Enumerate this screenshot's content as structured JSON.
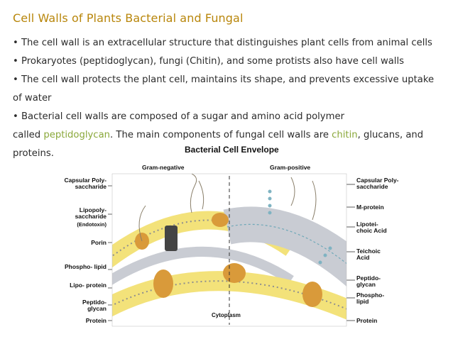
{
  "title": "Cell Walls of Plants Bacterial and Fungal",
  "bullets": {
    "b1": "• The cell wall is an extracellular structure that distinguishes plant cells from animal cells",
    "b2": "• Prokaryotes (peptidoglycan), fungi (Chitin), and some protists also have cell walls",
    "b3": "• The cell wall protects the plant cell, maintains its shape, and prevents excessive uptake of water",
    "b4": "• Bacterial cell walls are composed of a sugar and amino acid polymer",
    "b5_pre": "called ",
    "b5_hl1": "peptidoglycan",
    "b5_mid": ". The main components of fungal cell walls are ",
    "b5_hl2": "chitin",
    "b5_post": ", glucans, and proteins."
  },
  "figure": {
    "title": "Bacterial  Cell Envelope",
    "gram_negative": "Gram-negative",
    "gram_positive": "Gram-positive",
    "cytoplasm": "Cytoplasm",
    "left_labels": {
      "capsular": "Capsular Poly- saccharide",
      "lps": "Lipopoly- saccharide",
      "endotoxin": "(Endotoxin)",
      "porin": "Porin",
      "phospholipid": "Phospho- lipid",
      "lipoprotein": "Lipo- protein",
      "peptidoglycan": "Peptido- glycan",
      "protein": "Protein"
    },
    "right_labels": {
      "capsular": "Capsular Poly- saccharide",
      "mprotein": "M-protein",
      "lipoteichoic": "Lipotei- choic Acid",
      "teichoic": "Teichoic Acid",
      "peptidoglycan": "Peptido- glycan",
      "phospholipid": "Phospho- lipid",
      "protein": "Protein"
    }
  },
  "colors": {
    "title": "#b8860b",
    "highlight": "#8aa83a",
    "membrane": "#f3e27a",
    "protein": "#d99a3a",
    "wall": "#c9ccd3"
  }
}
